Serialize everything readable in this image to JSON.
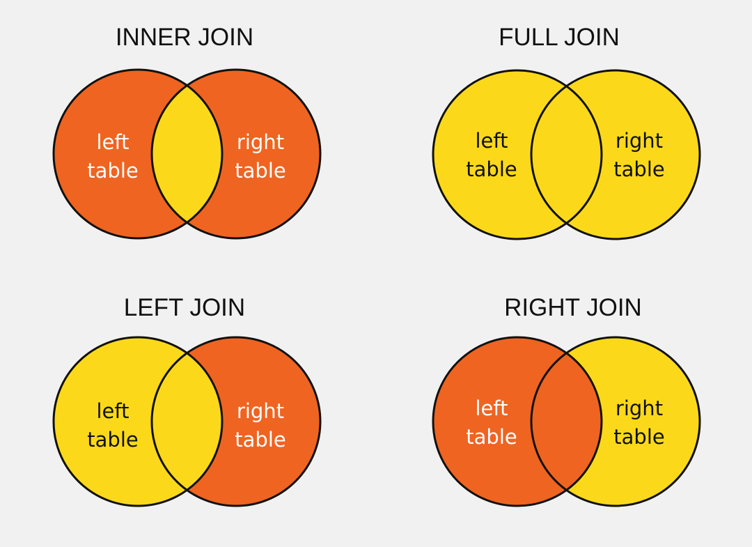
{
  "colors": {
    "background": "#f1f1f1",
    "included": "#fbd91a",
    "excluded": "#ef6421",
    "outline": "#111111",
    "label_on_excluded": "#ffffff",
    "label_on_included": "#111111"
  },
  "diagrams": [
    {
      "title": "INNER JOIN",
      "left": {
        "line1": "left",
        "line2": "table"
      },
      "right": {
        "line1": "right",
        "line2": "table"
      },
      "highlight": {
        "left_only": false,
        "overlap": true,
        "right_only": false
      }
    },
    {
      "title": "FULL JOIN",
      "left": {
        "line1": "left",
        "line2": "table"
      },
      "right": {
        "line1": "right",
        "line2": "table"
      },
      "highlight": {
        "left_only": true,
        "overlap": true,
        "right_only": true
      }
    },
    {
      "title": "LEFT JOIN",
      "left": {
        "line1": "left",
        "line2": "table"
      },
      "right": {
        "line1": "right",
        "line2": "table"
      },
      "highlight": {
        "left_only": true,
        "overlap": true,
        "right_only": false
      }
    },
    {
      "title": "RIGHT JOIN",
      "left": {
        "line1": "left",
        "line2": "table"
      },
      "right": {
        "line1": "right",
        "line2": "table"
      },
      "highlight": {
        "left_only": false,
        "overlap": false,
        "right_only": true
      }
    }
  ]
}
